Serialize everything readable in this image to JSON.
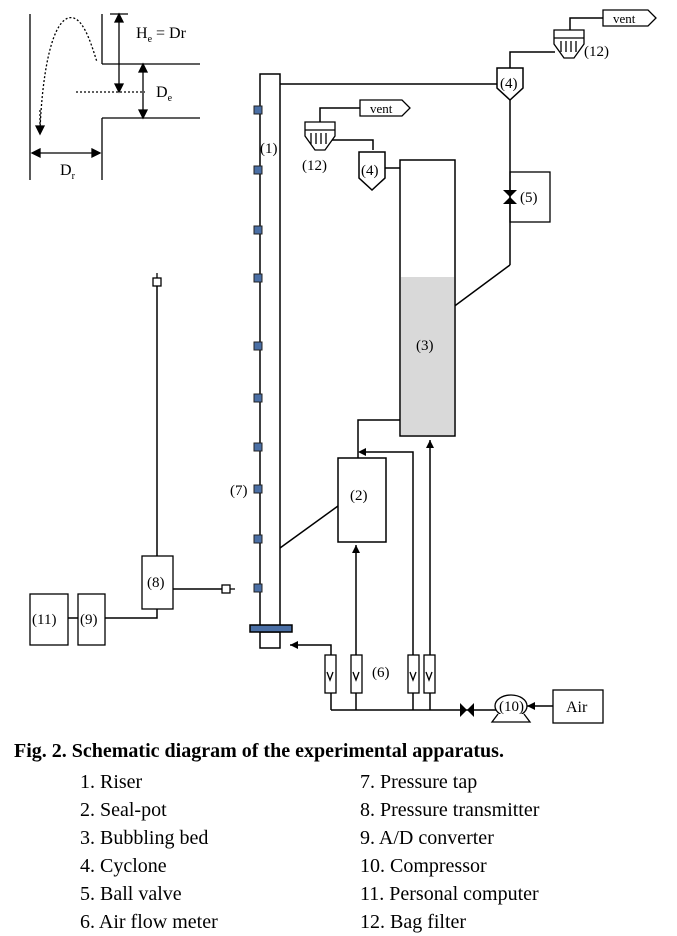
{
  "diagram": {
    "labels": {
      "riser": "(1)",
      "seal_pot": "(2)",
      "bubbling_bed": "(3)",
      "cyclone_top": "(4)",
      "cyclone_mid": "(4)",
      "ball_valve": "(5)",
      "air_flow_meter": "(6)",
      "pressure_tap": "(7)",
      "pressure_transmitter": "(8)",
      "ad_converter": "(9)",
      "compressor": "(10)",
      "personal_computer": "(11)",
      "bag_filter_top": "(12)",
      "bag_filter_mid": "(12)",
      "vent_top": "vent",
      "vent_mid": "vent",
      "air": "Air"
    },
    "inset": {
      "he_prefix": "H",
      "he_sub": "e",
      "he_eq": " =  Dr",
      "de_main": "D",
      "de_sub": "e",
      "dr_main": "D",
      "dr_sub": "r"
    }
  },
  "caption": "Fig. 2. Schematic diagram of the experimental apparatus.",
  "legend_left": [
    "1. Riser",
    "2. Seal-pot",
    "3. Bubbling bed",
    "4. Cyclone",
    "5. Ball valve",
    "6. Air flow meter"
  ],
  "legend_right": [
    "7. Pressure tap",
    "8. Pressure transmitter",
    "9. A/D converter",
    "10. Compressor",
    "11. Personal computer",
    "12. Bag filter"
  ],
  "colors": {
    "line": "#000000",
    "tap_fill": "#4a6fa5",
    "bed_fill": "#d9d9d9"
  }
}
